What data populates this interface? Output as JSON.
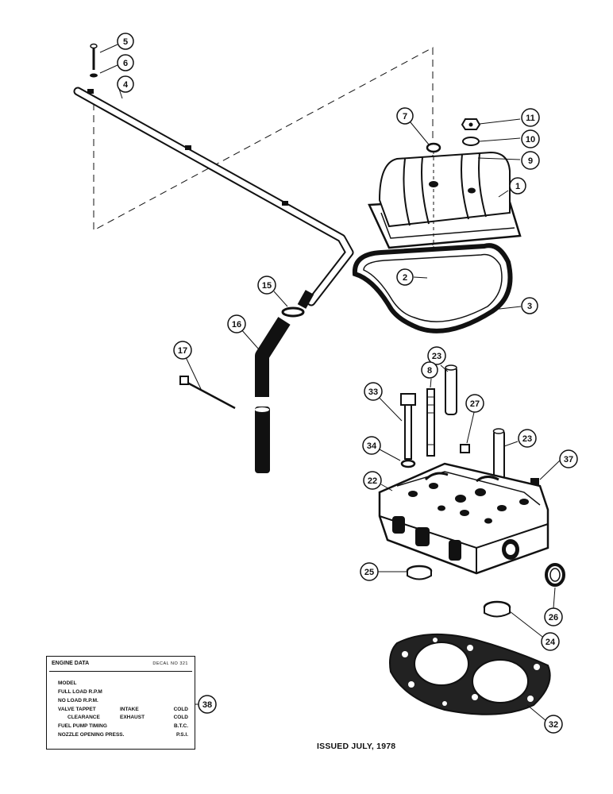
{
  "callouts": {
    "c1": "1",
    "c2": "2",
    "c3": "3",
    "c4": "4",
    "c5": "5",
    "c6": "6",
    "c7": "7",
    "c8": "8",
    "c9": "9",
    "c10": "10",
    "c11": "11",
    "c15": "15",
    "c16": "16",
    "c17": "17",
    "c22": "22",
    "c23a": "23",
    "c23b": "23",
    "c24": "24",
    "c25": "25",
    "c26": "26",
    "c27": "27",
    "c32": "32",
    "c33": "33",
    "c34": "34",
    "c37": "37",
    "c38": "38"
  },
  "decal": {
    "title": "ENGINE DATA",
    "decal_no": "DECAL NO 321",
    "rows": [
      {
        "label": "MODEL",
        "mid": "",
        "right": ""
      },
      {
        "label": "FULL LOAD R.P.M",
        "mid": "",
        "right": ""
      },
      {
        "label": "NO LOAD R.P.M.",
        "mid": "",
        "right": ""
      },
      {
        "label": "VALVE TAPPET",
        "mid": "INTAKE",
        "right": "COLD"
      },
      {
        "label": "    CLEARANCE",
        "mid": "EXHAUST",
        "right": "COLD"
      },
      {
        "label": "FUEL PUMP TIMING",
        "mid": "",
        "right": "B.T.C."
      },
      {
        "label": "NOZZLE OPENING PRESS.",
        "mid": "",
        "right": "P.S.I."
      }
    ]
  },
  "footer": {
    "issued": "ISSUED JULY, 1978"
  }
}
